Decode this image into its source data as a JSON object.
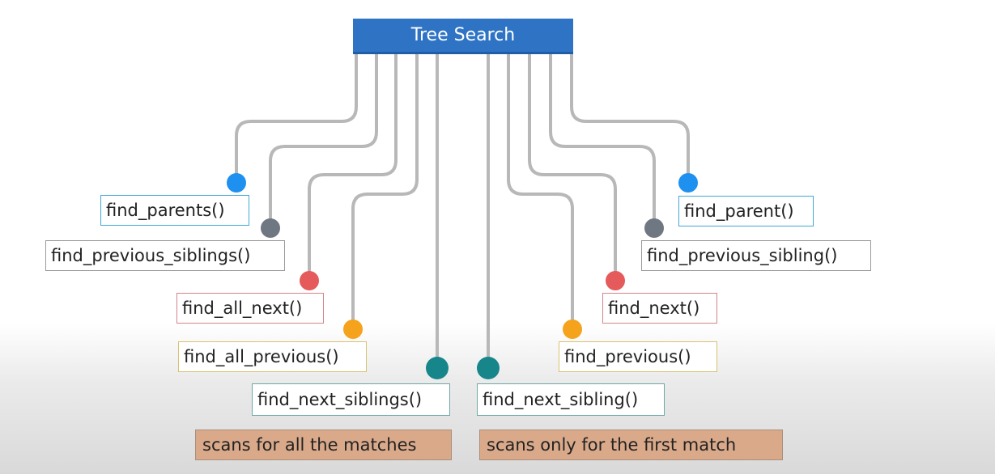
{
  "root": {
    "title": "Tree Search"
  },
  "methods": {
    "find_parents": "find_parents()",
    "find_previous_siblings": "find_previous_siblings()",
    "find_all_next": "find_all_next()",
    "find_all_previous": "find_all_previous()",
    "find_next_siblings": "find_next_siblings()",
    "find_parent": "find_parent()",
    "find_previous_sibling": "find_previous_sibling()",
    "find_next": "find_next()",
    "find_previous": "find_previous()",
    "find_next_sibling": "find_next_sibling()"
  },
  "notes": {
    "left": "scans for all the matches",
    "right": "scans only for the first match"
  },
  "colors": {
    "blue": "#1e90f0",
    "gray": "#6f7782",
    "red": "#e55a5a",
    "orange": "#f5a31c",
    "teal": "#17868a",
    "connector": "#b8b8b8",
    "root": "#2f74c4"
  }
}
